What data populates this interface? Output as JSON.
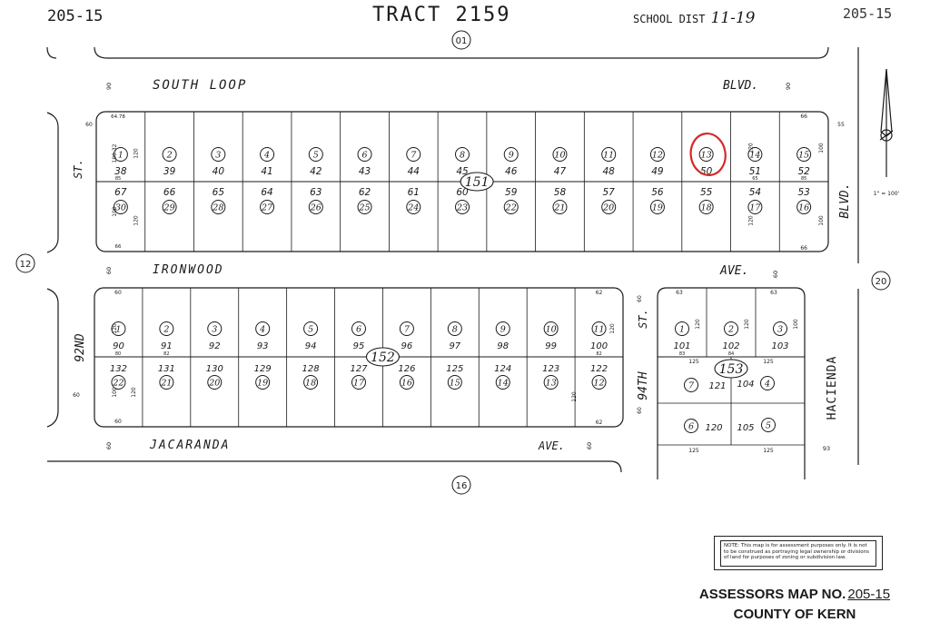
{
  "header": {
    "page_id_left": "205-15",
    "title": "TRACT 2159",
    "school_dist_label": "SCHOOL DIST",
    "school_dist_value": "11-19",
    "page_id_right": "205-15"
  },
  "streets": {
    "south_loop": "SOUTH LOOP",
    "blvd_top": "BLVD.",
    "ironwood": "IRONWOOD",
    "ave_mid": "AVE.",
    "jacaranda": "JACARANDA",
    "ave_bottom": "AVE.",
    "st_left": "ST.",
    "nd92": "92ND",
    "st_94": "ST.",
    "th94": "94TH",
    "blvd_right": "BLVD.",
    "hacienda": "HACIENDA"
  },
  "page_refs": [
    "01",
    "12",
    "20",
    "16"
  ],
  "blocks": {
    "b151": {
      "label": "151",
      "top_parcels": [
        "1",
        "2",
        "3",
        "4",
        "5",
        "6",
        "7",
        "8",
        "9",
        "10",
        "11",
        "12",
        "13",
        "14",
        "15"
      ],
      "top_lots": [
        "38",
        "39",
        "40",
        "41",
        "42",
        "43",
        "44",
        "45",
        "46",
        "47",
        "48",
        "49",
        "50",
        "51",
        "52"
      ],
      "bottom_lots": [
        "67",
        "66",
        "65",
        "64",
        "63",
        "62",
        "61",
        "60",
        "59",
        "58",
        "57",
        "56",
        "55",
        "54",
        "53"
      ],
      "bottom_parcels": [
        "30",
        "29",
        "28",
        "27",
        "26",
        "25",
        "24",
        "23",
        "22",
        "21",
        "20",
        "19",
        "18",
        "17",
        "16"
      ]
    },
    "b152": {
      "label": "152",
      "top_parcels": [
        "1",
        "2",
        "3",
        "4",
        "5",
        "6",
        "7",
        "8",
        "9",
        "10",
        "11"
      ],
      "top_lots": [
        "90",
        "91",
        "92",
        "93",
        "94",
        "95",
        "96",
        "97",
        "98",
        "99",
        "100"
      ],
      "bottom_lots": [
        "132",
        "131",
        "130",
        "129",
        "128",
        "127",
        "126",
        "125",
        "124",
        "123",
        "122"
      ],
      "bottom_parcels": [
        "22",
        "21",
        "20",
        "19",
        "18",
        "17",
        "16",
        "15",
        "14",
        "13",
        "12"
      ]
    },
    "b153": {
      "label": "153",
      "top_parcels": [
        "1",
        "2",
        "3"
      ],
      "top_lots": [
        "101",
        "102",
        "103"
      ],
      "lower": [
        {
          "parcel": "7",
          "lot": "121"
        },
        {
          "lot": "104",
          "parcel": "4"
        },
        {
          "parcel": "6",
          "lot": "120"
        },
        {
          "lot": "105",
          "parcel": "5"
        }
      ]
    }
  },
  "dimensions": {
    "d90": "90",
    "d60": "60",
    "d120": "120",
    "d100": "100",
    "d125": "125",
    "d93": "93",
    "d66": "66",
    "d55": "55",
    "d62": "62",
    "d63": "63",
    "d6478": "64.78",
    "d10032": "100.32",
    "d65": "65",
    "d85": "85",
    "d80": "80",
    "d82": "82",
    "d83": "83",
    "d84": "84"
  },
  "scale": "1\" = 100'",
  "highlight": {
    "parcel": "13",
    "color": "#d42a2a"
  },
  "notice_text": "NOTE: This map is for assessment purposes only. It is not to be construed as portraying legal ownership or divisions of land for purposes of zoning or subdivision law.",
  "footer": {
    "line1": "ASSESSORS MAP NO.",
    "map_no": "205-15",
    "line2": "COUNTY OF KERN"
  }
}
